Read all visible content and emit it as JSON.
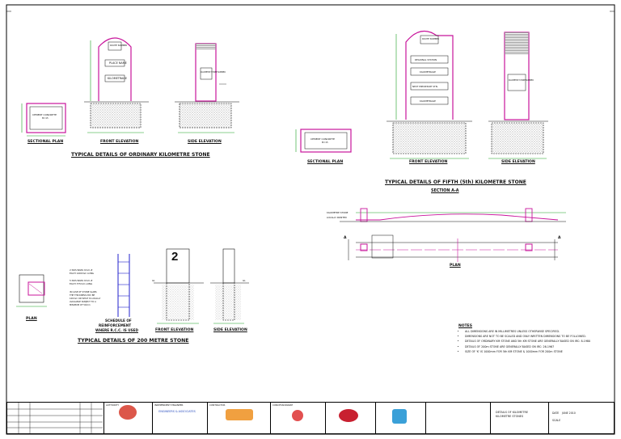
{
  "titles": {
    "ordinary": "TYPICAL DETAILS OF ORDINARY KILOMETRE STONE",
    "fifth": "TYPICAL DETAILS OF FIFTH (5th) KILOMETRE STONE",
    "hundred": "TYPICAL DETAILS OF 200 METRE STONE",
    "section_aa": "SECTION A-A"
  },
  "view_labels": {
    "sectional_plan": "SECTIONAL PLAN",
    "front_elevation": "FRONT ELEVATION",
    "side_elevation": "SIDE ELEVATION",
    "plan": "PLAN",
    "schedule": [
      "SCHEDULE OF",
      "REINFORCEMENT",
      "WHERE R.C.C. IS USED"
    ]
  },
  "stone_text": {
    "route_number": "ROUTE NUMBER",
    "place_name": "PLACE NAME",
    "kilometrage": "KILOMETRAGE",
    "regional_station": "REGIONAL STATION",
    "next_important_stn": "NEXT IMPORTANT STN.",
    "kilometre_stone_number": "KILOMETRE STONE NUMBER",
    "cement_concrete": "CEMENT CONCRETE",
    "concrete_mix": "M=15",
    "hundred_number": "2"
  },
  "annotations": {
    "gl": "GL",
    "bars_a": [
      "2 NOS BARS 6mm #",
      "EACH 1400mm LONG"
    ],
    "bars_b": [
      "5 NOS BARS 6mm #",
      "EACH 375mm LONG"
    ],
    "stone_note": [
      "IN CASE OF STONE SLABS",
      "THE THICKNESS MAY BE",
      "100mm OR WHAT IS LOCALLY",
      "AVAILABLE SUBJECT TO A",
      "MINIMUM OF 50mm"
    ],
    "milestone": "KILOMETRE STONE",
    "locally": "LOCALLY PAINTED",
    "section_mark": "A"
  },
  "notes": {
    "heading": "NOTES",
    "items": [
      "ALL DIMENSIONS ARE IN MILLIMETRES UNLESS OTHERWISE SPECIFIED.",
      "DIMENSIONS ARE NOT TO BE SCALED AND ONLY WRITTEN DIMENSIONS TO BE FOLLOWED.",
      "DETAILS OF ORDINARY KM STONE AND 5th KM STONE ARE GENERALLY BASED ON IRC: 8-1980",
      "DETAILS OF 200m STONE ARE GENERALLY BASED ON IRC: 26-1967",
      "SIZE OF 'K' IS 1000mm FOR 5th KM STONE & 1000mm FOR 200m STONE"
    ]
  },
  "title_block": {
    "drawing_title": [
      "DETAILS OF KILOMETRE",
      "KILOMETRE STONES"
    ],
    "date_label": "DATE",
    "date_value": "JUNE 2010",
    "scale_label": "SCALE",
    "consultant": "INDEPENDENT ENGINEER",
    "contractor": "CONTRACTOR",
    "authority": "AUTHORITY",
    "concessionaire": "CONCESSIONAIRE",
    "engineers": "ENGINEERS & ASSOCIATES"
  },
  "colors": {
    "stone": "#c8149b",
    "ground": "#18a020",
    "ink": "#111111",
    "rebar": "#2222cc"
  }
}
